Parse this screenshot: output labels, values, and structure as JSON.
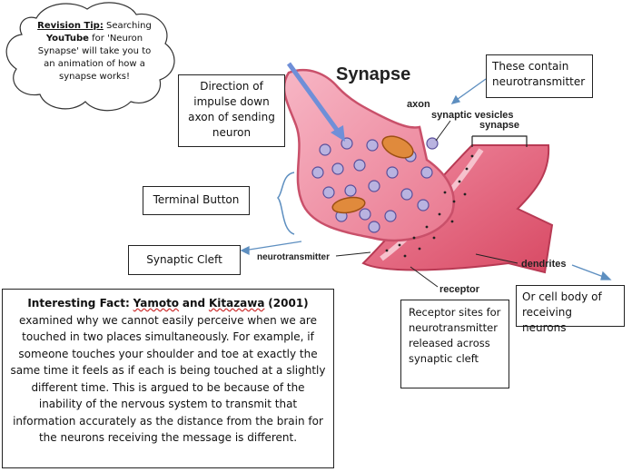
{
  "diagram_title": "Synapse",
  "diagram_labels": {
    "axon": "axon",
    "synaptic_vesicles": "synaptic vesicles",
    "synapse": "synapse",
    "neurotransmitter": "neurotransmitter",
    "dendrites": "dendrites",
    "receptor": "receptor"
  },
  "revision_tip": {
    "label": "Revision Tip:",
    "text_1": "Searching",
    "youtube": "YouTube",
    "text_2": "for 'Neuron Synapse' will take you to an animation of how a synapse works!"
  },
  "callouts": {
    "direction": "Direction of impulse down axon of sending neuron",
    "vesicles": "These contain neurotransmitter",
    "terminal_button": "Terminal Button",
    "synaptic_cleft": "Synaptic Cleft",
    "receptor_sites": "Receptor sites for neurotransmitter released across synaptic cleft",
    "cell_body": "Or cell body of receiving neurons"
  },
  "interesting_fact": {
    "label": "Interesting Fact:",
    "author_1": "Yamoto",
    "and": "and",
    "author_2": "Kitazawa",
    "year": "(2001)",
    "body": "examined why we cannot easily perceive when we are touched in two places simultaneously. For example, if someone touches your shoulder and toe at exactly the same time it feels as if each is being touched at a slightly different time. This is argued to be because of the inability of the nervous system to transmit that information accurately as the distance from the brain for the neurons receiving the message is different."
  },
  "colors": {
    "axon_fill": "#f29ab0",
    "axon_dark": "#d2566f",
    "vesicle": "#b9b3e0",
    "mitochondria": "#e08a3c",
    "dendrite_fill": "#e8677f",
    "arrow_blue": "#6f8fd8",
    "pointer_blue": "#5e8fc0"
  }
}
